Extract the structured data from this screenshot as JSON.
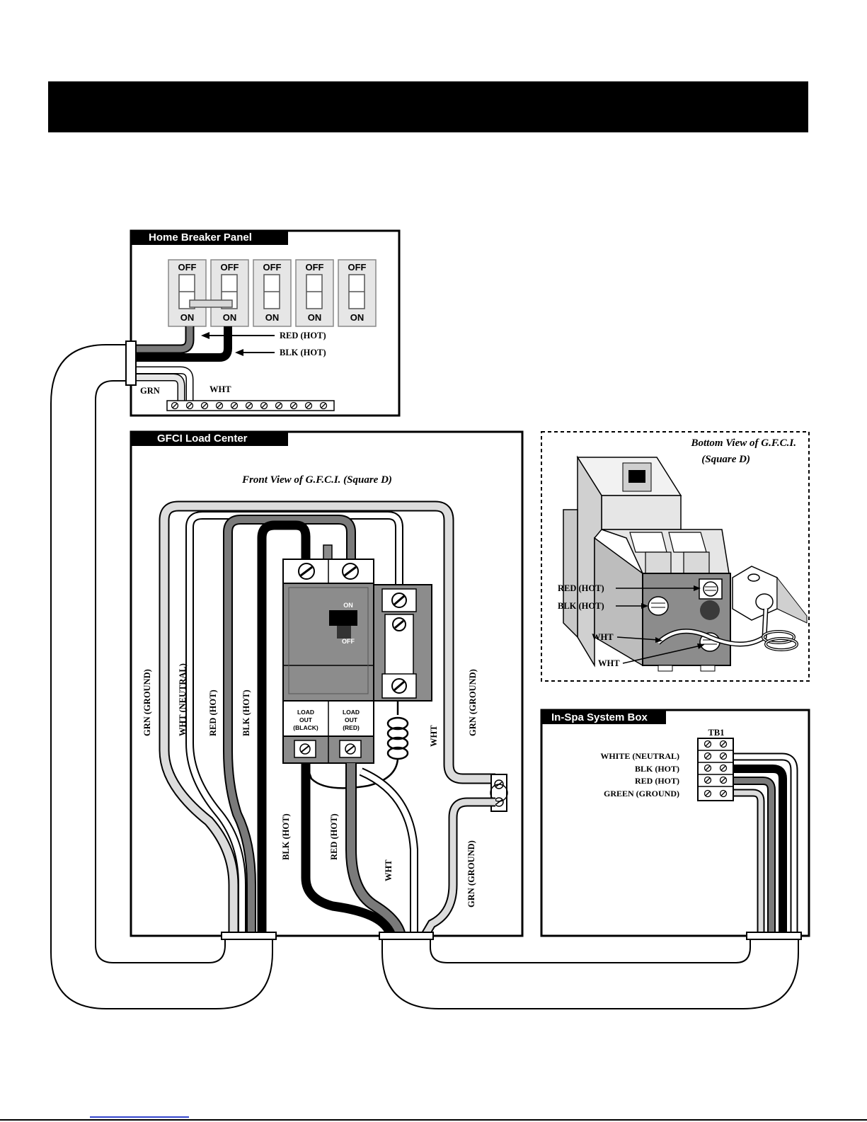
{
  "panels": {
    "home_breaker": {
      "title": "Home Breaker Panel"
    },
    "gfci": {
      "title": "GFCI Load Center",
      "subtitle": "Front View of G.F.C.I. (Square D)"
    },
    "bottom_view": {
      "title_line1": "Bottom View of G.F.C.I.",
      "title_line2": "(Square D)"
    },
    "spa_box": {
      "title": "In-Spa System Box"
    }
  },
  "breaker_panel": {
    "off_label": "OFF",
    "on_label": "ON",
    "red_hot": "RED (HOT)",
    "blk_hot": "BLK (HOT)",
    "grn": "GRN",
    "wht": "WHT"
  },
  "gfci_labels": {
    "grn_ground": "GRN (GROUND)",
    "wht_neutral": "WHT (NEUTRAL)",
    "red_hot": "RED (HOT)",
    "blk_hot": "BLK (HOT)",
    "wht": "WHT",
    "grn_ground_right": "GRN (GROUND)",
    "blk_hot_lower": "BLK (HOT)",
    "red_hot_lower": "RED (HOT)",
    "wht_lower": "WHT",
    "grn_ground_lower": "GRN (GROUND)",
    "on": "ON",
    "off": "OFF",
    "load_out_black": [
      "LOAD",
      "OUT",
      "(BLACK)"
    ],
    "load_out_red": [
      "LOAD",
      "OUT",
      "(RED)"
    ]
  },
  "bottom_view_labels": {
    "red_hot": "RED (HOT)",
    "blk_hot": "BLK (HOT)",
    "wht": "WHT",
    "wht_lower": "WHT"
  },
  "spa_labels": {
    "tb1": "TB1",
    "white_neutral": "WHITE (NEUTRAL)",
    "blk_hot": "BLK (HOT)",
    "red_hot": "RED (HOT)",
    "green_ground": "GREEN (GROUND)"
  },
  "colors": {
    "black_wire": "#000000",
    "red_wire": "#7a7a7a",
    "white_wire": "#ffffff",
    "green_wire": "#d9d9d9",
    "breaker_body": "#8c8c8c"
  }
}
